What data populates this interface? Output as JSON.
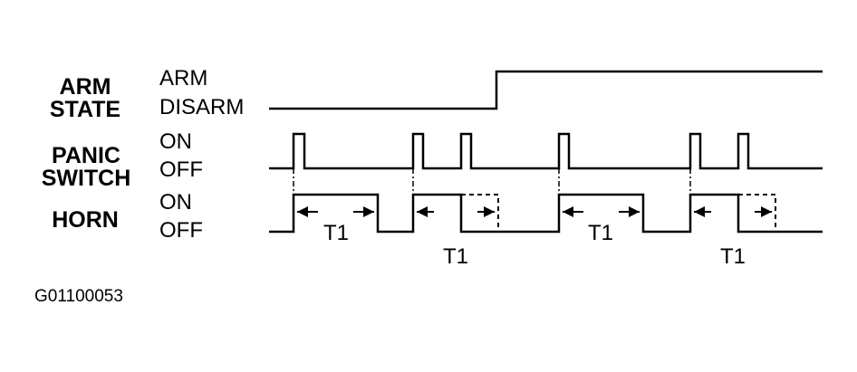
{
  "signals": {
    "arm_state": {
      "name_line1": "ARM",
      "name_line2": "STATE",
      "high_label": "ARM",
      "low_label": "DISARM"
    },
    "panic_switch": {
      "name_line1": "PANIC",
      "name_line2": "SWITCH",
      "high_label": "ON",
      "low_label": "OFF"
    },
    "horn": {
      "name": "HORN",
      "high_label": "ON",
      "low_label": "OFF"
    }
  },
  "timing_labels": [
    "T1",
    "T1",
    "T1",
    "T1"
  ],
  "figure_id": "G01100053"
}
